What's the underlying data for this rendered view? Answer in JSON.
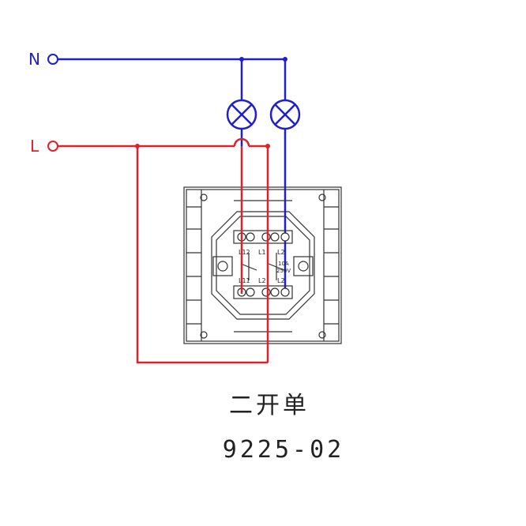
{
  "labels": {
    "neutral": "N",
    "live": "L"
  },
  "colors": {
    "neutral_wire": "#1f1fd0",
    "live_wire": "#e0202a",
    "outline": "#333333"
  },
  "panel_labels": {
    "l12": "L12",
    "l11": "L11",
    "l1_top": "L1",
    "l2_top": "L2",
    "l2_bottom": "L2",
    "l2_right": "L2",
    "rating_a": "10A",
    "rating_v": "250V"
  },
  "caption": {
    "name": "二开单",
    "model": "9225-02"
  },
  "icons": [
    "lamp-icon",
    "terminal-screw-icon"
  ]
}
